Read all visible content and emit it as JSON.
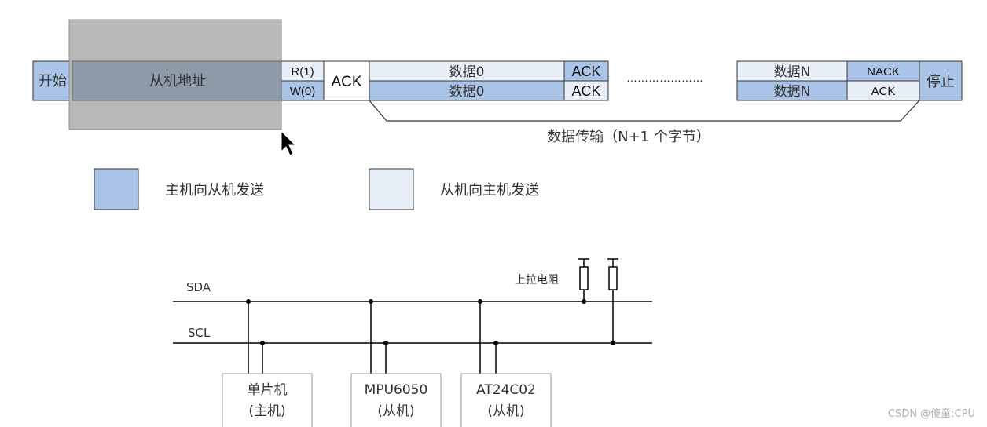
{
  "frame": {
    "start": "开始",
    "slave_address": "从机地址",
    "read_bit": "R(1)",
    "write_bit": "W(0)",
    "addr_ack": "ACK",
    "data0_top": "数据0",
    "ack_top": "ACK",
    "data0_bottom": "数据0",
    "ack_bottom": "ACK",
    "ellipsis": "…………………",
    "dataN_top": "数据N",
    "nack_top": "NACK",
    "dataN_bottom": "数据N",
    "ackN_bottom": "ACK",
    "stop": "停止",
    "transfer_label": "数据传输（N+1 个字节）"
  },
  "legend": {
    "master_to_slave": "主机向从机发送",
    "slave_to_master": "从机向主机发送"
  },
  "colors": {
    "master_send": "#a9c4e6",
    "slave_send": "#e8eff8",
    "address_overlay": "#8f9aa8",
    "selection": "#b8b8b8"
  },
  "bus": {
    "sda_label": "SDA",
    "scl_label": "SCL",
    "pullup_label": "上拉电阻",
    "devices": [
      {
        "name": "单片机",
        "role": "(主机)"
      },
      {
        "name": "MPU6050",
        "role": "(从机)"
      },
      {
        "name": "AT24C02",
        "role": "(从机)"
      }
    ]
  },
  "watermark": "CSDN @傻童:CPU",
  "cursor_icon": "mouse-pointer-icon"
}
